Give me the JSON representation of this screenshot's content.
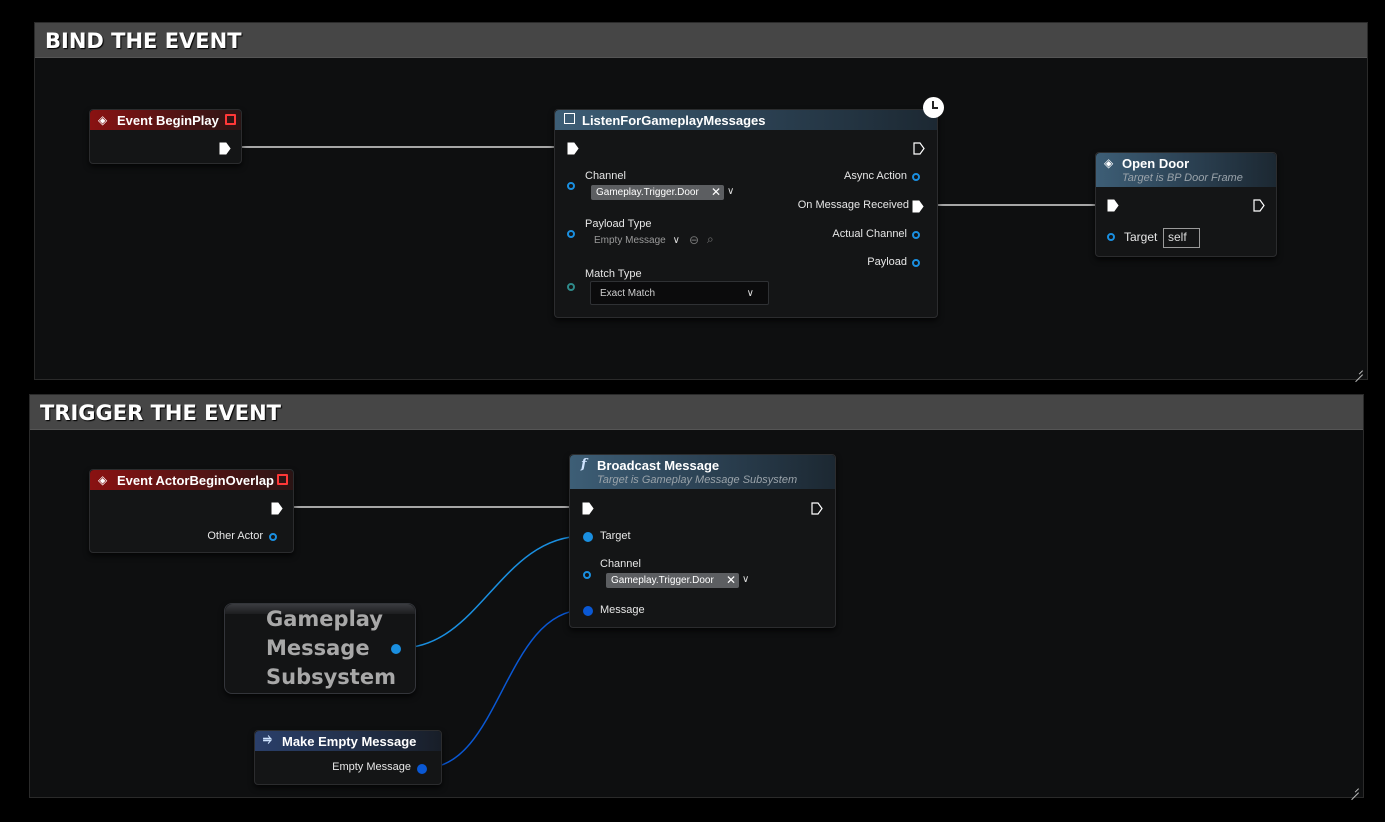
{
  "comments": {
    "bind": {
      "title": "BIND THE EVENT"
    },
    "trigger": {
      "title": "TRIGGER THE EVENT"
    }
  },
  "nodes": {
    "event_begin_play": {
      "title": "Event BeginPlay"
    },
    "listen": {
      "title": "ListenForGameplayMessages",
      "channel_label": "Channel",
      "channel_value": "Gameplay.Trigger.Door",
      "payload_type_label": "Payload Type",
      "payload_type_value": "Empty Message",
      "match_type_label": "Match Type",
      "match_type_value": "Exact Match",
      "out_async": "Async Action",
      "out_on_message": "On Message Received",
      "out_actual_channel": "Actual Channel",
      "out_payload": "Payload"
    },
    "open_door": {
      "title": "Open Door",
      "subtitle": "Target is BP Door Frame",
      "target_label": "Target",
      "target_value": "self"
    },
    "event_actor_overlap": {
      "title": "Event ActorBeginOverlap",
      "other_actor": "Other Actor"
    },
    "broadcast": {
      "title": "Broadcast Message",
      "subtitle": "Target is Gameplay Message Subsystem",
      "target_label": "Target",
      "channel_label": "Channel",
      "channel_value": "Gameplay.Trigger.Door",
      "message_label": "Message"
    },
    "subsystem": {
      "line1": "Gameplay",
      "line2": "Message",
      "line3": "Subsystem"
    },
    "make_empty": {
      "title": "Make Empty Message",
      "out": "Empty Message"
    }
  },
  "icons": {
    "event": "event-diamond-icon",
    "latent": "clock-icon",
    "function": "function-f-icon",
    "macro": "make-struct-icon"
  },
  "colors": {
    "exec_wire": "#e8e8e8",
    "object_pin": "#1a8fe0",
    "struct_pin": "#0a58d4",
    "event_header": "#8a1212",
    "function_header": "#3d5e76"
  }
}
